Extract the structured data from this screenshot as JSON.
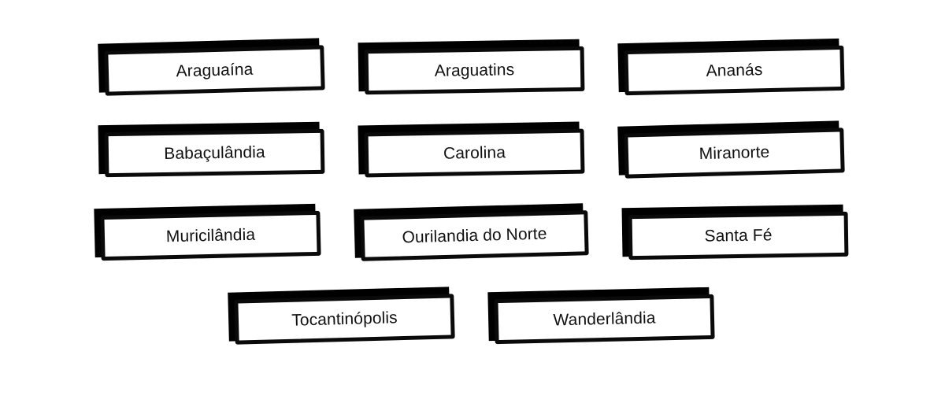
{
  "page": {
    "background_color": "#ffffff",
    "node_fill_color": "#ffffff",
    "node_stroke_color": "#0a0a0a",
    "node_shadow_color": "#000000",
    "text_color": "#111111"
  },
  "rows": [
    {
      "nodes": [
        {
          "label": "Araguaína"
        },
        {
          "label": "Araguatins"
        },
        {
          "label": "Ananás"
        }
      ]
    },
    {
      "nodes": [
        {
          "label": "Babaçulândia"
        },
        {
          "label": "Carolina"
        },
        {
          "label": "Miranorte"
        }
      ]
    },
    {
      "nodes": [
        {
          "label": "Muricilândia"
        },
        {
          "label": "Ourilandia do Norte"
        },
        {
          "label": "Santa Fé"
        }
      ]
    },
    {
      "nodes": [
        {
          "label": "Tocantinópolis"
        },
        {
          "label": "Wanderlândia"
        }
      ]
    }
  ]
}
